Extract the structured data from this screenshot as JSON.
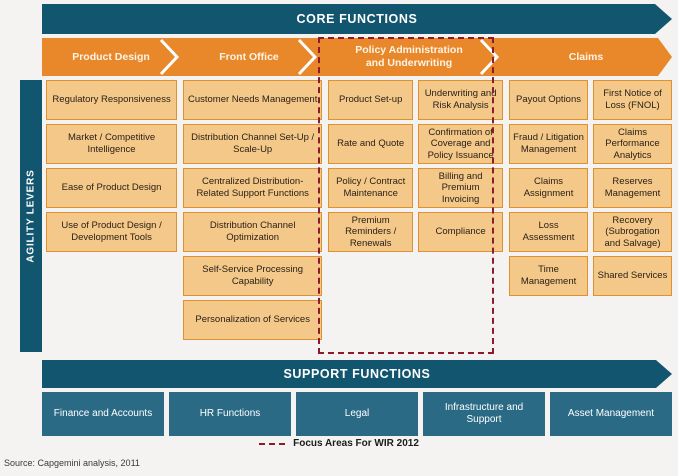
{
  "colors": {
    "banner_teal": "#11556e",
    "phase_orange": "#e8882a",
    "lever_fill": "#f4c888",
    "lever_border": "#dd912f",
    "support_teal": "#2a6a85",
    "focus_dash": "#8c1b2f",
    "background": "#f4f3f1"
  },
  "core_banner": {
    "title": "CORE FUNCTIONS"
  },
  "agility_bar": {
    "label": "AGILITY LEVERS"
  },
  "phases": [
    {
      "label": "Product Design"
    },
    {
      "label": "Front Office"
    },
    {
      "label": "Policy Administration\nand Underwriting"
    },
    {
      "label": "Claims"
    }
  ],
  "columns": [
    {
      "id": "product-design",
      "phase": "Product Design",
      "subcolumns": [
        {
          "items": [
            "Regulatory Responsiveness",
            "Market / Competitive Intelligence",
            "Ease of Product Design",
            "Use of Product Design / Development Tools"
          ]
        }
      ]
    },
    {
      "id": "front-office",
      "phase": "Front Office",
      "subcolumns": [
        {
          "items": [
            "Customer Needs Management",
            "Distribution Channel Set-Up / Scale-Up",
            "Centralized Distribution-Related Support Functions",
            "Distribution Channel Optimization",
            "Self-Service Processing Capability",
            "Personalization of Services"
          ]
        }
      ]
    },
    {
      "id": "policy-administration-and-underwriting",
      "phase": "Policy Administration and Underwriting",
      "focus": true,
      "subcolumns": [
        {
          "items": [
            "Product Set-up",
            "Rate and Quote",
            "Policy / Contract Maintenance",
            "Premium Reminders / Renewals"
          ]
        },
        {
          "items": [
            "Underwriting and Risk Analysis",
            "Confirmation of Coverage and Policy Issuance",
            "Billing and Premium Invoicing",
            "Compliance"
          ]
        }
      ]
    },
    {
      "id": "claims",
      "phase": "Claims",
      "subcolumns": [
        {
          "items": [
            "Payout Options",
            "Fraud / Litigation Management",
            "Claims Assignment",
            "Loss Assessment",
            "Time Management"
          ]
        },
        {
          "items": [
            "First Notice of Loss (FNOL)",
            "Claims Performance Analytics",
            "Reserves Management",
            "Recovery (Subrogation and Salvage)",
            "Shared Services"
          ]
        }
      ]
    }
  ],
  "support_banner": {
    "title": "SUPPORT FUNCTIONS"
  },
  "support_functions": [
    "Finance and Accounts",
    "HR Functions",
    "Legal",
    "Infrastructure and Support",
    "Asset Management"
  ],
  "legend": {
    "text": "Focus Areas For WIR 2012"
  },
  "source": {
    "text": "Source: Capgemini analysis, 2011"
  }
}
